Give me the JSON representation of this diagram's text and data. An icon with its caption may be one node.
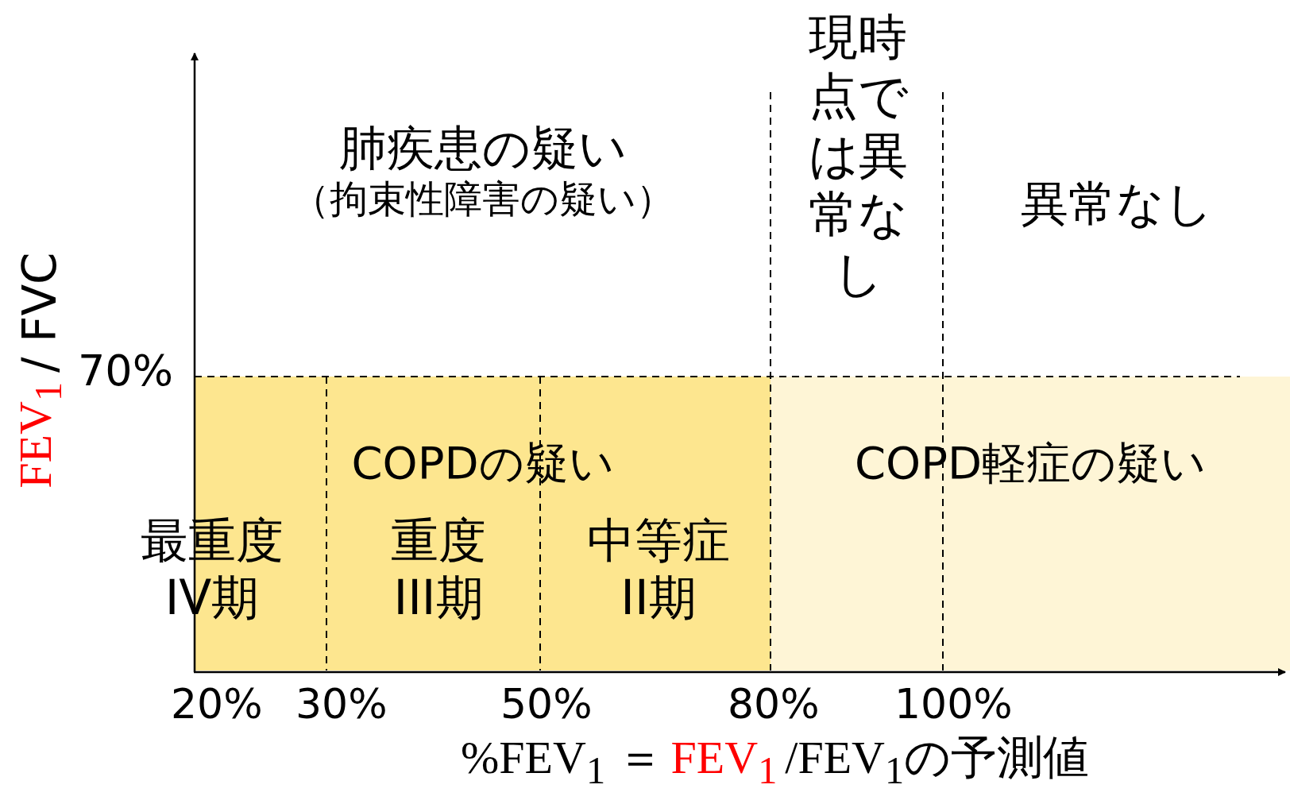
{
  "diagram": {
    "nodes": [
      {
        "text": [
          "肺疾患の疑い",
          "（拘束性障害の疑い）"
        ]
      },
      {
        "text": [
          "現時点では異常なし"
        ]
      },
      {
        "text": [
          "異常なし"
        ]
      },
      {
        "text": [
          "COPDの疑い"
        ]
      },
      {
        "text": [
          "最重度",
          "IV期"
        ],
        "in": 3
      },
      {
        "text": [
          "重度",
          "III期"
        ],
        "in": 3
      },
      {
        "text": [
          "中等症",
          "II期"
        ],
        "in": 3
      },
      {
        "text": [
          "COPD軽症の疑い"
        ]
      }
    ],
    "edges": [],
    "labels": [
      "70%",
      "20%",
      "30%",
      "50%",
      "80%",
      "100%",
      "FEV$_{1}$",
      "/ FVC",
      "%FEV$_{1}$ ＝",
      "FEV$_{1}$",
      "/FEV$_{1}$の予測値"
    ]
  }
}
